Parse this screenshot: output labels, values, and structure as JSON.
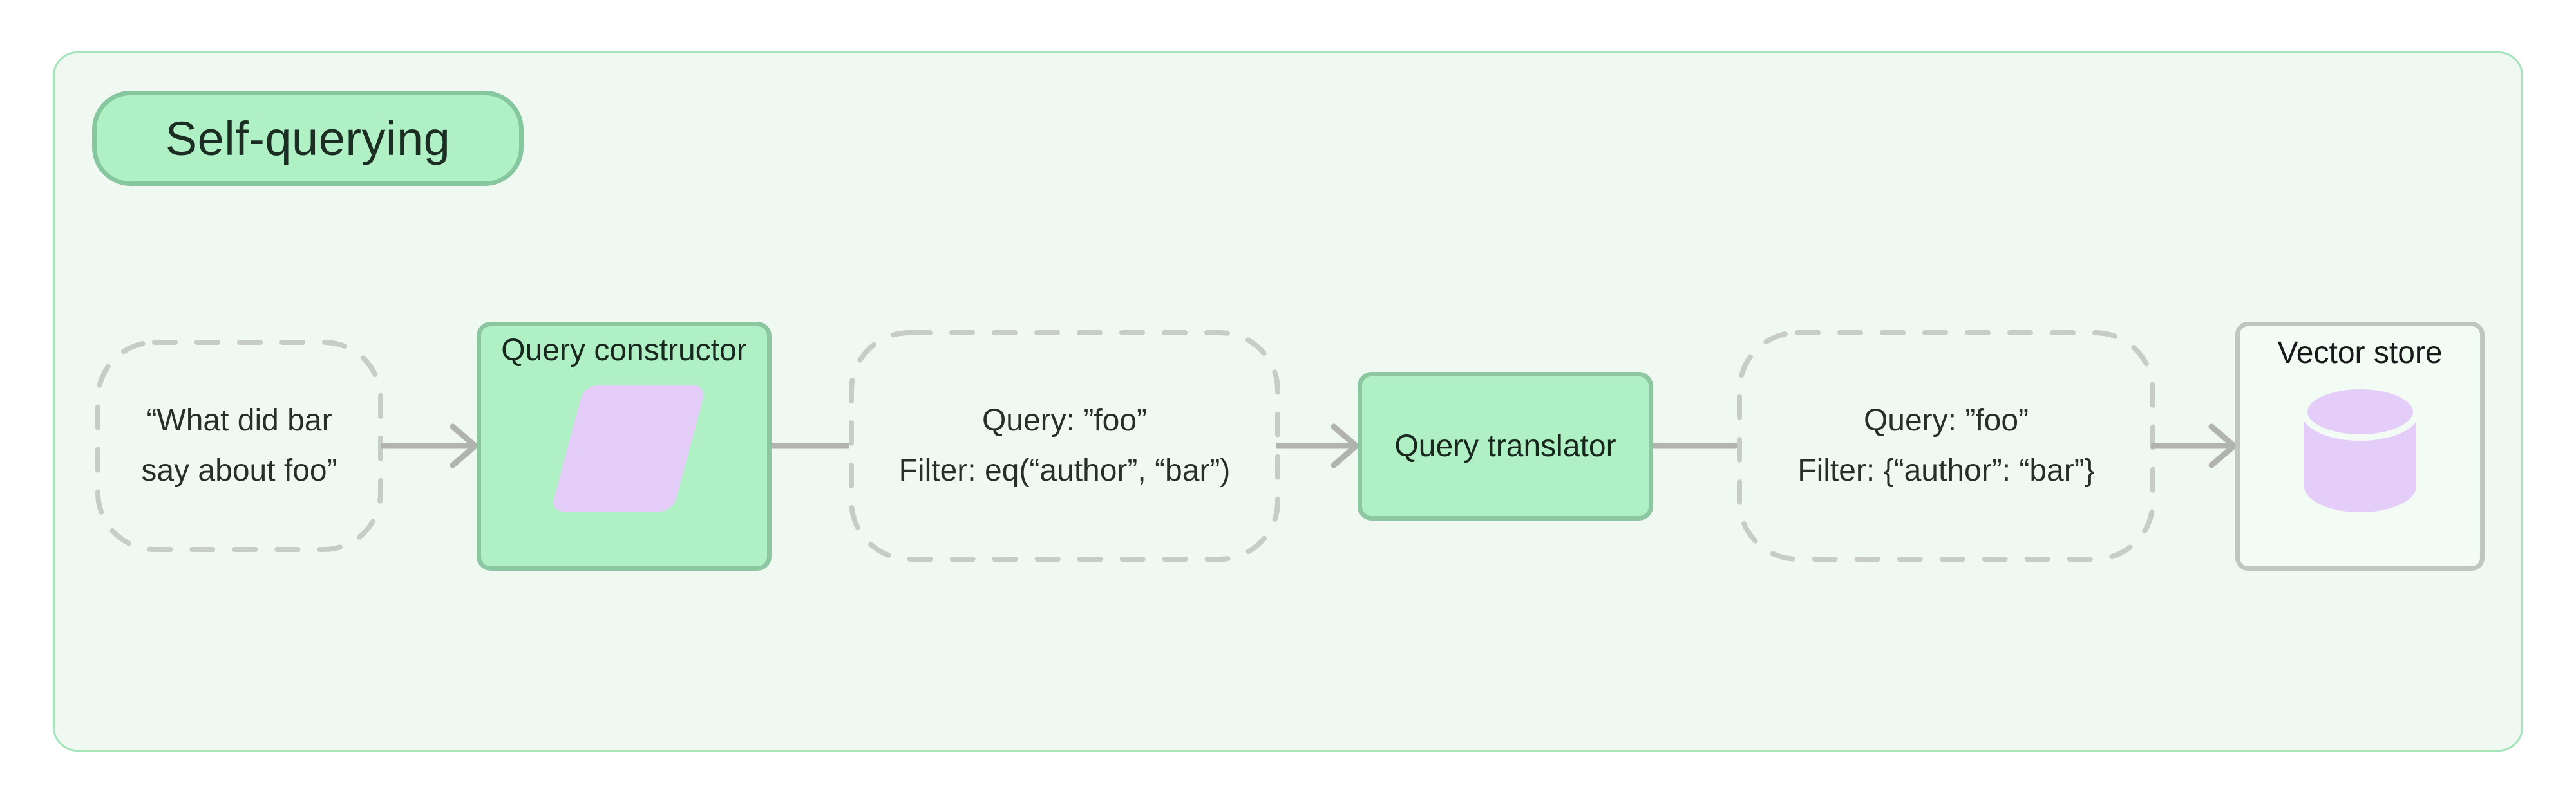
{
  "badge": {
    "label": "Self-querying"
  },
  "colors": {
    "panel_fill": "#eff9f2",
    "panel_border": "#a5e4ba",
    "green_fill": "#aff0c4",
    "green_border": "#8cc7a2",
    "purple_accent": "#e4cdf9",
    "dash_gray": "#c7ccc8",
    "arrow_gray": "#b1b3b1",
    "vector_store_border": "#bfc5c0",
    "vector_store_fill": "#f2fbf4",
    "text_dark": "#2a2e2b"
  },
  "nodes": {
    "input": {
      "line1": "“What did bar",
      "line2": "say about foo”"
    },
    "query_constructor": {
      "title": "Query constructor",
      "icon": "parallelogram-icon"
    },
    "structured_query": {
      "line1": "Query: ”foo”",
      "line2": "Filter: eq(“author”, “bar”)"
    },
    "query_translator": {
      "label": "Query translator"
    },
    "translated_query": {
      "line1": "Query: ”foo”",
      "line2": "Filter: {“author”: “bar”}"
    },
    "vector_store": {
      "title": "Vector store",
      "icon": "database-icon"
    }
  },
  "connectors": [
    {
      "from": "input",
      "to": "query_constructor",
      "arrowhead": true
    },
    {
      "from": "query_constructor",
      "to": "structured_query",
      "arrowhead": false
    },
    {
      "from": "structured_query",
      "to": "query_translator",
      "arrowhead": true
    },
    {
      "from": "query_translator",
      "to": "translated_query",
      "arrowhead": false
    },
    {
      "from": "translated_query",
      "to": "vector_store",
      "arrowhead": true
    }
  ]
}
